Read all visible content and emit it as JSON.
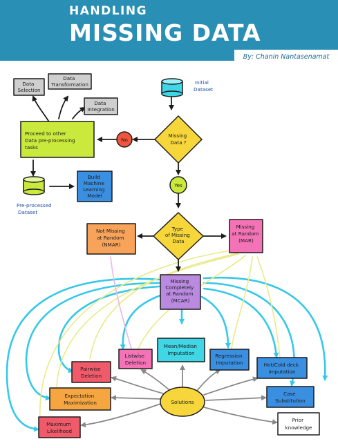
{
  "header": {
    "title_line1": "HANDLING",
    "title_line2": "MISSING DATA",
    "byline": "By: Chanin Nantasenamat"
  },
  "nodes": {
    "data_selection": [
      "Data",
      "Selection"
    ],
    "data_transformation": [
      "Data",
      "Transformation"
    ],
    "data_integration": [
      "Data",
      "Integration"
    ],
    "initial_dataset": [
      "Initial",
      "Dataset"
    ],
    "proceed": [
      "Proceed to other",
      "Data pre-processing",
      "tasks"
    ],
    "no": "No",
    "missing_data": [
      "Missing",
      "Data ?"
    ],
    "preprocessed": [
      "Pre-processed",
      "Dataset"
    ],
    "build_model": [
      "Build",
      "Machine",
      "Learning",
      "Model"
    ],
    "yes": "Yes",
    "nmar": [
      "Not Missing",
      "at Random",
      "(NMAR)"
    ],
    "type_missing": [
      "Type",
      "of Missing",
      "Data"
    ],
    "mar": [
      "Missing",
      "at Random",
      "(MAR)"
    ],
    "mcar": [
      "Missing",
      "Completely",
      "at Random",
      "(MCAR)"
    ],
    "listwise": [
      "Listwise",
      "Deletion"
    ],
    "mean_median": [
      "Mean/Median",
      "Imputation"
    ],
    "regression": [
      "Regression",
      "Imputation"
    ],
    "pairwise": [
      "Pairwise",
      "Deletion"
    ],
    "hot_cold": [
      "Hot/Cold deck",
      "imputation"
    ],
    "expectation": [
      "Expectation",
      "Maximization"
    ],
    "solutions": "Solutions",
    "case_sub": [
      "Case",
      "Substitution"
    ],
    "max_likelihood": [
      "Maximum",
      "Likelihood"
    ],
    "prior": [
      "Prior",
      "knowledge"
    ]
  },
  "colors": {
    "banner": "#2a8fb4",
    "gray_box": "#cfcfcf",
    "green_box": "#c9ea3c",
    "diamond": "#f7d63b",
    "no_circle": "#f0563e",
    "nmar": "#f7a35a",
    "mar": "#f472b6",
    "mcar": "#b98ae0",
    "cyan_box": "#3fd6e6",
    "blue_box": "#3a8fe0",
    "red_box": "#f05a6a",
    "orange_box": "#f6a640",
    "cyan_arrow": "#35c8e8",
    "yellow_arrow": "#eaea8a",
    "pink_arrow": "#eab6ea"
  }
}
